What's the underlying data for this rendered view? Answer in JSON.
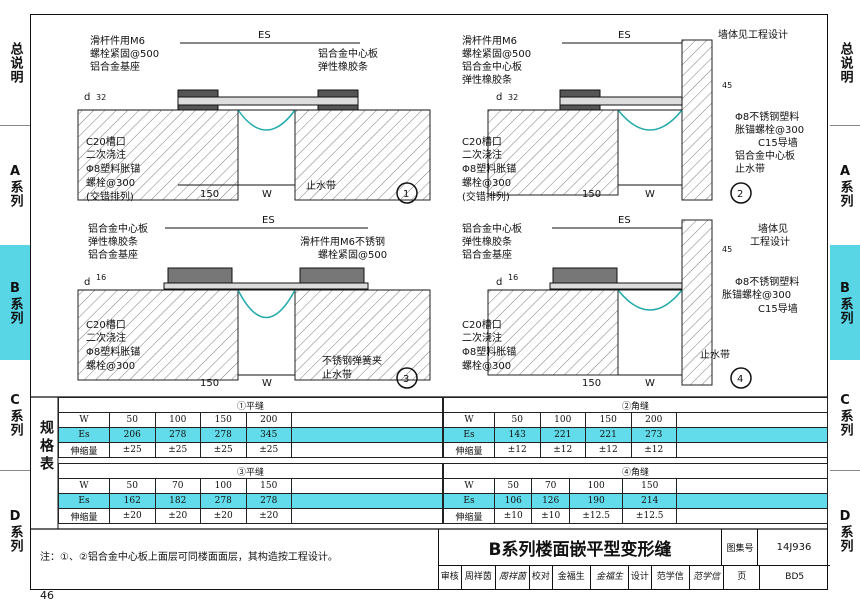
{
  "side_tabs_left": [
    {
      "label": "总说明",
      "active": false
    },
    {
      "label": "A系列",
      "active": false
    },
    {
      "label": "B系列",
      "active": true
    },
    {
      "label": "C系列",
      "active": false
    },
    {
      "label": "D系列",
      "active": false
    }
  ],
  "side_tabs_right": [
    {
      "label": "总说明",
      "active": false
    },
    {
      "label": "A系列",
      "active": false
    },
    {
      "label": "B系列",
      "active": true
    },
    {
      "label": "C系列",
      "active": false
    },
    {
      "label": "D系列",
      "active": false
    }
  ],
  "accent_color": "#58d6e6",
  "diagrams": {
    "d1": {
      "es": "ES",
      "w": "W",
      "d": "d",
      "dim32": "32",
      "dim150": "150",
      "num": "1",
      "labels": [
        "滑杆件用M6",
        "螺栓紧固@500",
        "铝合金基座",
        "铝合金中心板",
        "弹性橡胶条",
        "C20槽口",
        "二次浇注",
        "Φ8塑料胀锚",
        "螺栓@300",
        "(交错排列)",
        "止水带"
      ]
    },
    "d2": {
      "es": "ES",
      "w": "W",
      "d": "d",
      "dim32": "32",
      "dim45": "45",
      "dim150": "150",
      "num": "2",
      "labels": [
        "滑杆件用M6",
        "螺栓紧固@500",
        "铝合金中心板",
        "弹性橡胶条",
        "墙体见工程设计",
        "Φ8不锈钢塑料",
        "胀锚螺栓@300",
        "C15导墙",
        "铝合金中心板",
        "止水带",
        "C20槽口",
        "二次浇注",
        "Φ8塑料胀锚",
        "螺栓@300",
        "(交错排列)"
      ]
    },
    "d3": {
      "es": "ES",
      "w": "W",
      "d": "d",
      "dim16": "16",
      "dim150": "150",
      "num": "3",
      "labels": [
        "铝合金中心板",
        "弹性橡胶条",
        "铝合金基座",
        "滑杆件用M6不锈钢",
        "螺栓紧固@500",
        "C20槽口",
        "二次浇注",
        "Φ8塑料胀锚",
        "螺栓@300",
        "不锈钢弹簧夹",
        "止水带"
      ]
    },
    "d4": {
      "es": "ES",
      "w": "W",
      "d": "d",
      "dim16": "16",
      "dim45": "45",
      "dim150": "150",
      "num": "4",
      "labels": [
        "铝合金中心板",
        "弹性橡胶条",
        "铝合金基座",
        "墙体见",
        "工程设计",
        "Φ8不锈钢塑料",
        "胀锚螺栓@300",
        "C15导墙",
        "C20槽口",
        "二次浇注",
        "Φ8塑料胀锚",
        "螺栓@300",
        "止水带"
      ]
    }
  },
  "spec_table": {
    "side_label": "规格表",
    "t1": {
      "title": "①平缝",
      "rows": [
        [
          "W",
          "50",
          "100",
          "150",
          "200"
        ],
        [
          "Es",
          "206",
          "278",
          "278",
          "345"
        ],
        [
          "伸缩量",
          "±25",
          "±25",
          "±25",
          "±25"
        ]
      ]
    },
    "t2": {
      "title": "②角缝",
      "rows": [
        [
          "W",
          "50",
          "100",
          "150",
          "200"
        ],
        [
          "Es",
          "143",
          "221",
          "221",
          "273"
        ],
        [
          "伸缩量",
          "±12",
          "±12",
          "±12",
          "±12"
        ]
      ]
    },
    "t3": {
      "title": "③平缝",
      "rows": [
        [
          "W",
          "50",
          "70",
          "100",
          "150"
        ],
        [
          "Es",
          "162",
          "182",
          "278",
          "278"
        ],
        [
          "伸缩量",
          "±20",
          "±20",
          "±20",
          "±20"
        ]
      ]
    },
    "t4": {
      "title": "④角缝",
      "rows": [
        [
          "W",
          "50",
          "70",
          "100",
          "150"
        ],
        [
          "Es",
          "106",
          "126",
          "190",
          "214"
        ],
        [
          "伸缩量",
          "±10",
          "±10",
          "±12.5",
          "±12.5"
        ]
      ]
    }
  },
  "note": "注：①、②铝合金中心板上面层可同楼面面层，其构造按工程设计。",
  "title_block": {
    "title": "B系列楼面嵌平型变形缝",
    "atlas_label": "图集号",
    "atlas_no": "14J936",
    "review": "审核",
    "review_name": "周祥茵",
    "review_sig": "周祥茵",
    "check": "校对",
    "check_name": "金福生",
    "check_sig": "金福生",
    "design": "设计",
    "design_name": "范学信",
    "design_sig": "范学信",
    "page_label": "页",
    "page_no": "BD5"
  },
  "page_number": "46"
}
